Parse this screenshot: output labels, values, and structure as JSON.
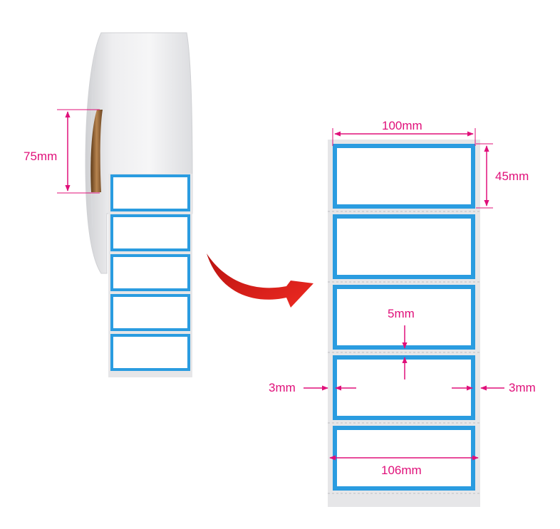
{
  "colors": {
    "accent_blue": "#2a9ce0",
    "dimension_magenta": "#e0107a",
    "arrow_red": "#e3221d",
    "roll_white": "#f4f4f5",
    "roll_core": "#8a5a2b",
    "liner_grey": "#e6e6e8"
  },
  "icons": {
    "curved_arrow": "curved-arrow-icon",
    "label_roll": "label-roll-icon"
  },
  "dimensions": {
    "core_diameter": "75mm",
    "label_width": "100mm",
    "label_height": "45mm",
    "label_gap": "5mm",
    "side_margin_left": "3mm",
    "side_margin_right": "3mm",
    "liner_width": "106mm"
  }
}
